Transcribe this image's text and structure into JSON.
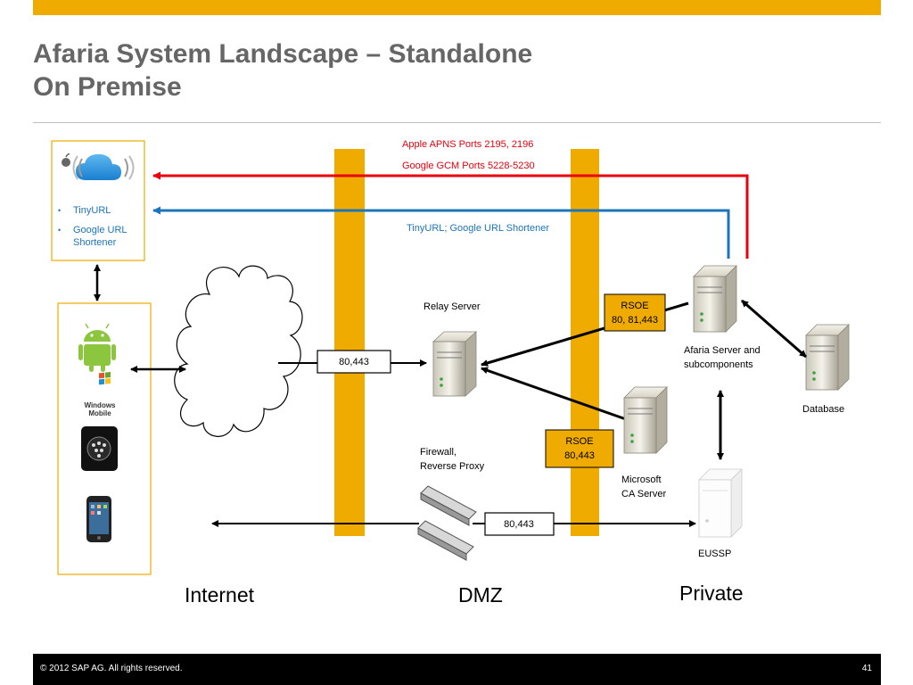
{
  "title": {
    "line1": "Afaria System Landscape – Standalone",
    "line2": "On Premise"
  },
  "cloud_services": {
    "items": [
      "TinyURL",
      "Google URL",
      "Shortener"
    ]
  },
  "devices": {
    "windows_mobile_line1": "Windows",
    "windows_mobile_line2": "Mobile"
  },
  "connections": {
    "apns": "Apple APNS Ports 2195, 2196",
    "gcm": "Google GCM Ports 5228-5230",
    "tinyurl": "TinyURL; Google URL Shortener",
    "internet_relay_ports": "80,443",
    "firewall_eussp_ports": "80,443"
  },
  "rsoe_upper": {
    "line1": "RSOE",
    "line2": "80, 81,443"
  },
  "rsoe_lower": {
    "line1": "RSOE",
    "line2": "80,443"
  },
  "nodes": {
    "relay_server": "Relay Server",
    "afaria_line1": "Afaria Server and",
    "afaria_line2": "subcomponents",
    "database": "Database",
    "firewall_line1": "Firewall,",
    "firewall_line2": "Reverse Proxy",
    "ms_ca_line1": "Microsoft",
    "ms_ca_line2": "CA Server",
    "eussp": "EUSSP"
  },
  "zones": {
    "internet": "Internet",
    "dmz": "DMZ",
    "private": "Private"
  },
  "colors": {
    "accent": "#f0ab00",
    "apns_arrow": "#e8000e",
    "tinyurl_arrow": "#1b75bb",
    "title": "#666666"
  },
  "footer": {
    "copyright": "©  2012 SAP AG. All rights reserved.",
    "page": "41"
  }
}
